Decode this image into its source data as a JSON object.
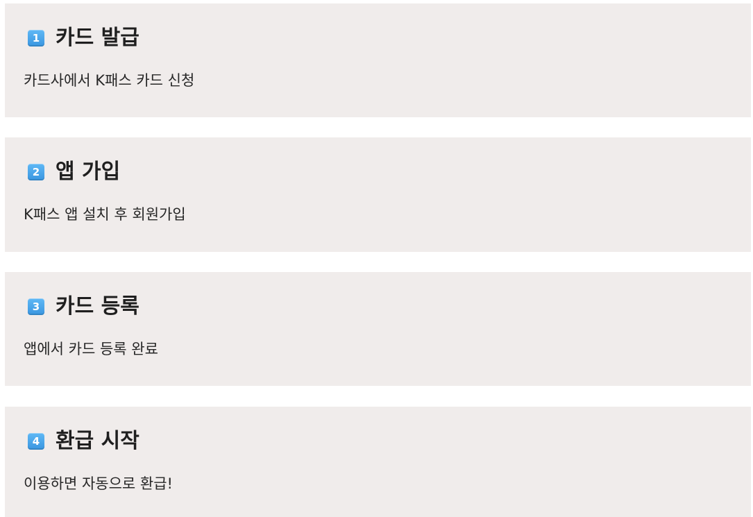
{
  "steps": [
    {
      "number": "1",
      "title": "카드 발급",
      "description": "카드사에서 K패스 카드 신청"
    },
    {
      "number": "2",
      "title": "앱 가입",
      "description": "K패스 앱 설치 후 회원가입"
    },
    {
      "number": "3",
      "title": "카드 등록",
      "description": "앱에서 카드 등록 완료"
    },
    {
      "number": "4",
      "title": "환급 시작",
      "description": "이용하면 자동으로 환급!"
    }
  ],
  "colors": {
    "card_background": "#f0eceb",
    "badge_blue": "#3a96e0",
    "text": "#1f1f1f"
  },
  "icons": {
    "step_badge": "keycap-number-icon"
  }
}
